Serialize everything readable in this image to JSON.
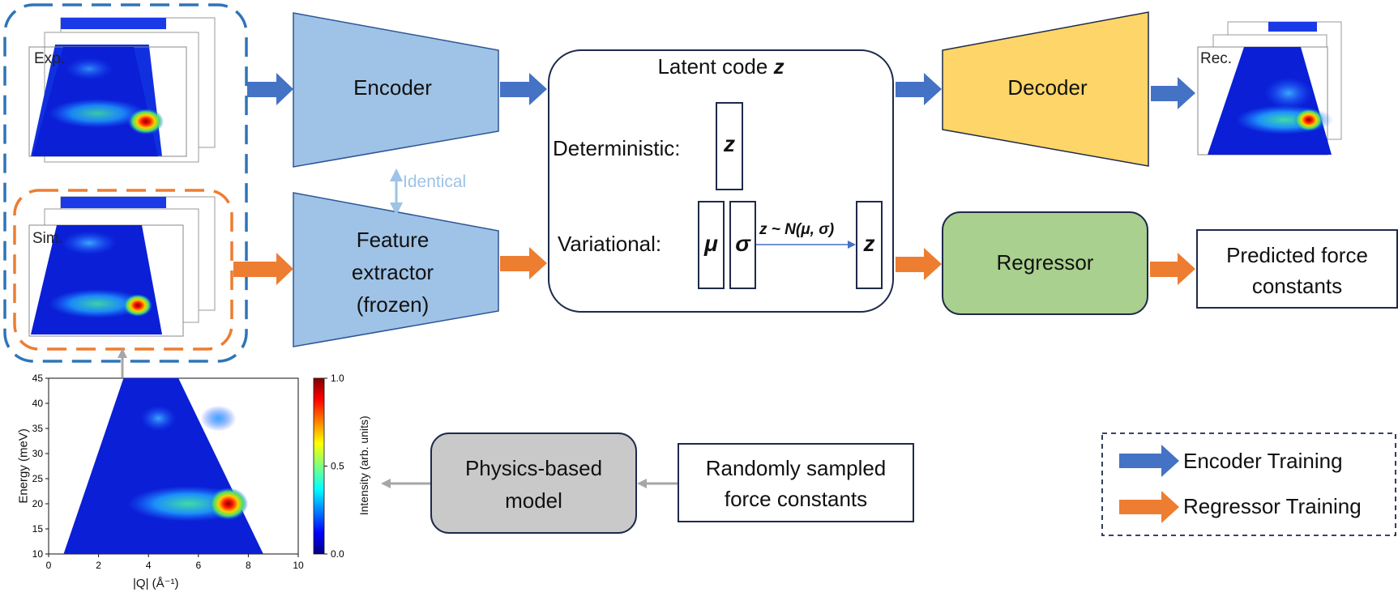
{
  "colors": {
    "encoder_fill": "#9fc3e6",
    "decoder_fill": "#fdd568",
    "regressor_fill": "#a9d08e",
    "physics_fill": "#c9c9c9",
    "blue_arrow": "#4472c4",
    "orange_arrow": "#ed7d31",
    "blue_dashed": "#2e75b6",
    "orange_dashed": "#ed7d31",
    "gray_arrow": "#a6a6a6",
    "identical_text": "#9dc3e6"
  },
  "images": {
    "exp_label": "Exp.",
    "sim_label": "Sim.",
    "rec_label": "Rec."
  },
  "blocks": {
    "encoder": "Encoder",
    "identical": "Identical",
    "feature_extractor": [
      "Feature",
      "extractor",
      "(frozen)"
    ],
    "decoder": "Decoder",
    "regressor": "Regressor",
    "predicted": [
      "Predicted force",
      "constants"
    ],
    "physics_model": [
      "Physics-based",
      "model"
    ],
    "random_fc": [
      "Randomly sampled",
      "force constants"
    ]
  },
  "latent": {
    "title": "Latent code ",
    "title_var": "z",
    "deterministic_label": "Deterministic:",
    "deterministic_box": "z",
    "variational_label": "Variational:",
    "mu": "μ",
    "sigma": "σ",
    "sampling": "z ~ N(μ, σ)",
    "z_out": "z"
  },
  "legend": {
    "encoder_training": "Encoder Training",
    "regressor_training": "Regressor Training"
  },
  "chart_data": {
    "type": "heatmap",
    "xlabel": "|Q| (Å⁻¹)",
    "ylabel": "Energy (meV)",
    "xlim": [
      0,
      10
    ],
    "ylim": [
      10,
      45
    ],
    "xticks": [
      "0",
      "2",
      "4",
      "6",
      "8",
      "10"
    ],
    "yticks": [
      "10",
      "15",
      "20",
      "25",
      "30",
      "35",
      "40",
      "45"
    ],
    "colorbar": {
      "label": "Intensity (arb. units)",
      "range": [
        0.0,
        1.0
      ],
      "ticks": [
        "0.0",
        "0.5",
        "1.0"
      ]
    },
    "peak": {
      "x": 7.2,
      "y": 20,
      "value": 1.0
    }
  }
}
